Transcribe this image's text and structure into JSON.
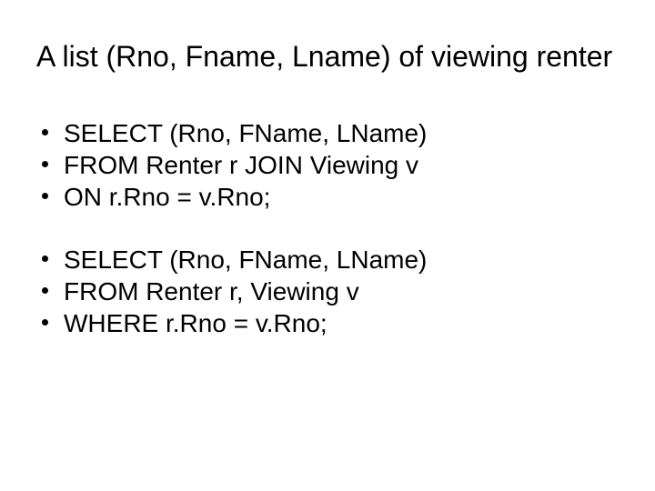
{
  "slide": {
    "background_color": "#ffffff",
    "text_color": "#000000",
    "title": "A list (Rno, Fname, Lname) of viewing renter",
    "bullet_groups": [
      {
        "name": "join-query",
        "items": [
          "SELECT (Rno, FName, LName)",
          "FROM Renter r JOIN Viewing v",
          "ON r.Rno = v.Rno;"
        ]
      },
      {
        "name": "where-query",
        "items": [
          "SELECT (Rno, FName, LName)",
          "FROM Renter r, Viewing v",
          "WHERE r.Rno = v.Rno;"
        ]
      }
    ]
  }
}
